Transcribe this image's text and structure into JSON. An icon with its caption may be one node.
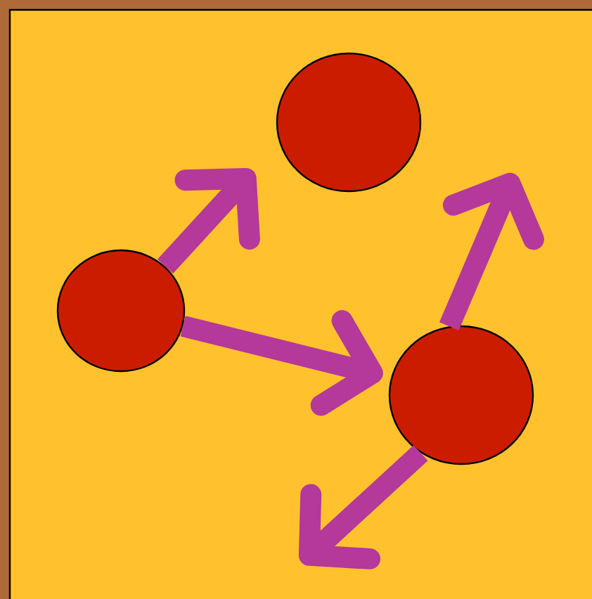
{
  "diagram": {
    "nodes": [
      {
        "text": [],
        "shape": "circle"
      },
      {
        "text": [],
        "shape": "circle"
      },
      {
        "text": [],
        "shape": "circle"
      }
    ],
    "edges": [
      {
        "from": 0,
        "to": null,
        "arrow": "to"
      },
      {
        "from": 0,
        "to": 2,
        "arrow": "to"
      },
      {
        "from": 2,
        "to": null,
        "arrow": "to"
      },
      {
        "from": 2,
        "to": null,
        "arrow": "to"
      }
    ]
  }
}
